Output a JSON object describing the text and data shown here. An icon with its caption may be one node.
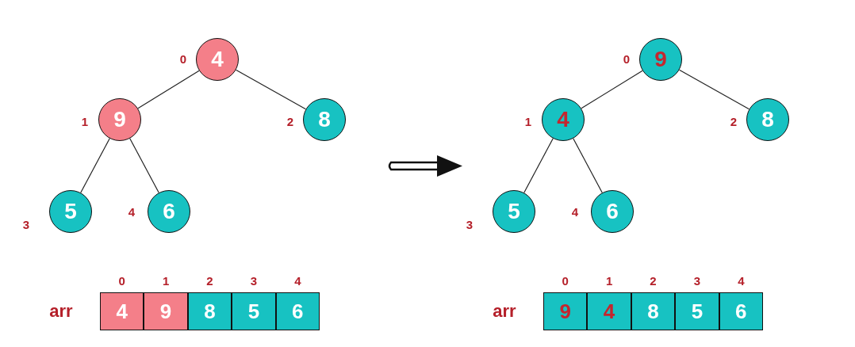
{
  "diagram": {
    "nodes": [
      {
        "text": [
          "4"
        ],
        "beside": [
          "0"
        ]
      },
      {
        "text": [
          "9"
        ],
        "beside": [
          "1"
        ]
      },
      {
        "text": [
          "8"
        ],
        "beside": [
          "2"
        ]
      },
      {
        "text": [
          "5"
        ],
        "beside": [
          "3"
        ]
      },
      {
        "text": [
          "6"
        ],
        "beside": [
          "4"
        ]
      },
      {
        "text": [
          "9"
        ],
        "beside": [
          "0"
        ]
      },
      {
        "text": [
          "4"
        ],
        "beside": [
          "1"
        ]
      },
      {
        "text": [
          "8"
        ],
        "beside": [
          "2"
        ]
      },
      {
        "text": [
          "5"
        ],
        "beside": [
          "3"
        ]
      },
      {
        "text": [
          "6"
        ],
        "beside": [
          "4"
        ]
      },
      {
        "text": [
          "4"
        ],
        "beside": [
          "0"
        ]
      },
      {
        "text": [
          "9"
        ],
        "beside": [
          "1"
        ]
      },
      {
        "text": [
          "8"
        ],
        "beside": [
          "2"
        ]
      },
      {
        "text": [
          "5"
        ],
        "beside": [
          "3"
        ]
      },
      {
        "text": [
          "6"
        ],
        "beside": [
          "4"
        ]
      },
      {
        "text": [
          "9"
        ],
        "beside": [
          "0"
        ]
      },
      {
        "text": [
          "4"
        ],
        "beside": [
          "1"
        ]
      },
      {
        "text": [
          "8"
        ],
        "beside": [
          "2"
        ]
      },
      {
        "text": [
          "5"
        ],
        "beside": [
          "3"
        ]
      },
      {
        "text": [
          "6"
        ],
        "beside": [
          "4"
        ]
      }
    ],
    "edges": [
      {
        "from": 0,
        "to": 1,
        "arrow": "none"
      },
      {
        "from": 0,
        "to": 2,
        "arrow": "none"
      },
      {
        "from": 1,
        "to": 3,
        "arrow": "none"
      },
      {
        "from": 1,
        "to": 4,
        "arrow": "none"
      },
      {
        "from": 5,
        "to": 6,
        "arrow": "none"
      },
      {
        "from": 5,
        "to": 7,
        "arrow": "none"
      },
      {
        "from": 6,
        "to": 8,
        "arrow": "none"
      },
      {
        "from": 6,
        "to": 9,
        "arrow": "none"
      }
    ],
    "labels": [
      "arr",
      "arr"
    ]
  }
}
